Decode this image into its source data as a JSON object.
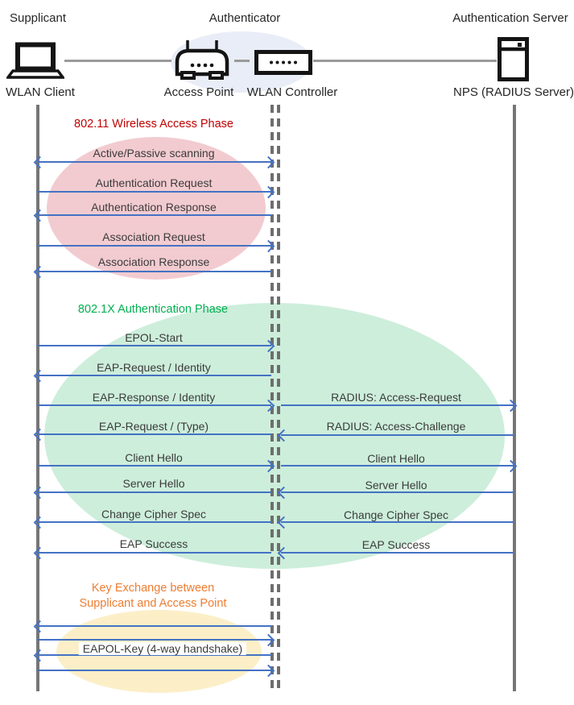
{
  "colors": {
    "arrow": "#4472C4",
    "lifeline_gray": "#767676",
    "phase1_title": "#C00000",
    "phase1_ellipse": "#F2CBD0",
    "phase2_title": "#00B050",
    "phase2_ellipse": "#CDEEDB",
    "phase3_title": "#ED7D31",
    "phase3_ellipse": "#FCEFC8",
    "authenticator_ellipse": "#E9EDF7"
  },
  "actors": {
    "supplicant_role": "Supplicant",
    "supplicant_device": "WLAN Client",
    "authenticator_role": "Authenticator",
    "access_point": "Access Point",
    "wlan_controller": "WLAN Controller",
    "server_role": "Authentication Server",
    "server_device": "NPS (RADIUS Server)"
  },
  "icons": [
    "laptop-icon",
    "access-point-icon",
    "wlan-controller-icon",
    "server-icon"
  ],
  "phase1": {
    "title": "802.11 Wireless Access Phase",
    "messages": [
      {
        "label": "Active/Passive scanning",
        "dir": "both"
      },
      {
        "label": "Authentication Request",
        "dir": "right"
      },
      {
        "label": "Authentication Response",
        "dir": "left"
      },
      {
        "label": "Association Request",
        "dir": "right"
      },
      {
        "label": "Association Response",
        "dir": "left"
      }
    ]
  },
  "phase2": {
    "title": "802.1X Authentication Phase",
    "left_messages": [
      {
        "label": "EPOL-Start",
        "dir": "right"
      },
      {
        "label": "EAP-Request / Identity",
        "dir": "left"
      },
      {
        "label": "EAP-Response / Identity",
        "dir": "right"
      },
      {
        "label": "EAP-Request / (Type)",
        "dir": "left"
      },
      {
        "label": "Client Hello",
        "dir": "right"
      },
      {
        "label": "Server Hello",
        "dir": "left"
      },
      {
        "label": "Change Cipher Spec",
        "dir": "left"
      },
      {
        "label": "EAP Success",
        "dir": "left"
      }
    ],
    "right_messages": [
      {
        "label": "RADIUS: Access-Request",
        "dir": "right"
      },
      {
        "label": "RADIUS: Access-Challenge",
        "dir": "left"
      },
      {
        "label": "Client Hello",
        "dir": "right"
      },
      {
        "label": "Server Hello",
        "dir": "left"
      },
      {
        "label": "Change Cipher Spec",
        "dir": "left"
      },
      {
        "label": "EAP Success",
        "dir": "left"
      }
    ]
  },
  "phase3": {
    "title_line1": "Key Exchange between",
    "title_line2": "Supplicant and Access Point",
    "handshake_label": "EAPOL-Key (4-way handshake)"
  }
}
